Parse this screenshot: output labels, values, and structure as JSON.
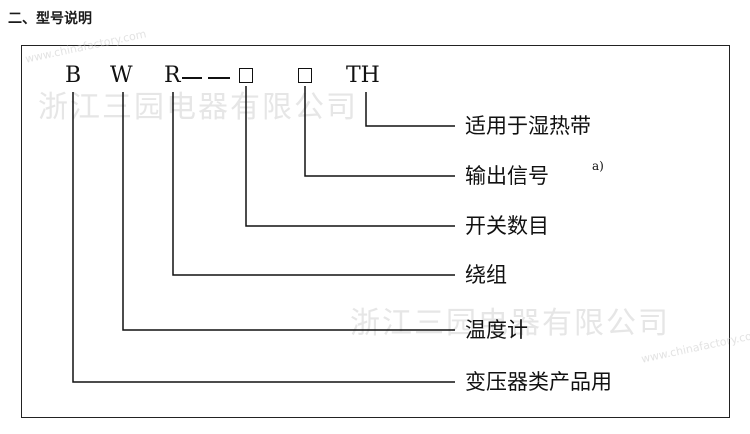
{
  "heading": "二、型号说明",
  "code": {
    "b": "B",
    "w": "W",
    "r": "R",
    "th": "TH"
  },
  "labels": {
    "heating": "适用于湿热带",
    "output": "输出信号",
    "output_note": "a)",
    "switches": "开关数目",
    "winding": "绕组",
    "thermometer": "温度计",
    "transformer": "变压器类产品用"
  },
  "watermarks": {
    "text": "浙江三园电器有限公司",
    "url_top": "www.chinafactory.com",
    "url_bottom": "www.chinafactory.com"
  }
}
